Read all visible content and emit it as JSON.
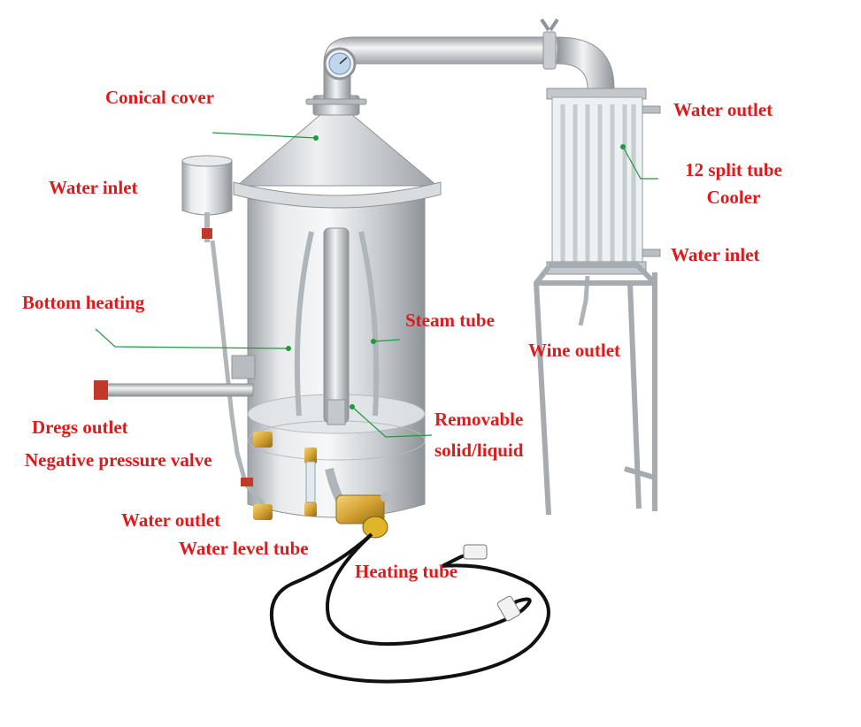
{
  "labels": {
    "conical_cover": "Conical cover",
    "water_inlet_left": "Water inlet",
    "bottom_heating": "Bottom heating",
    "dregs_outlet": "Dregs outlet",
    "negative_pressure_valve": "Negative pressure valve",
    "water_outlet_left": "Water outlet",
    "water_level_tube": "Water level tube",
    "heating_tube": "Heating tube",
    "steam_tube": "Steam tube",
    "removable_line1": "Removable",
    "removable_line2": "solid/liquid",
    "water_outlet_right": "Water outlet",
    "cooler_line1": "12 split tube",
    "cooler_line2": "Cooler",
    "water_inlet_right": "Water inlet",
    "wine_outlet": "Wine outlet"
  },
  "colors": {
    "label_text": "#e0191b",
    "leader_line": "#1e9a3c",
    "steel": "#c9ccd0",
    "brass": "#d4a232",
    "cable": "#111111"
  }
}
